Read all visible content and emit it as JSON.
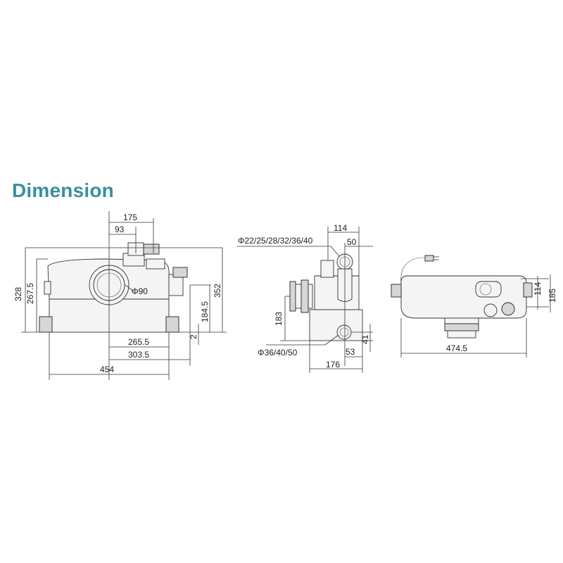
{
  "title": "Dimension",
  "front_view": {
    "dims": {
      "d175": "175",
      "d93": "93",
      "d328": "328",
      "d267_5": "267.5",
      "phi90": "Φ90",
      "d184_5": "184.5",
      "d352": "352",
      "d2": "2",
      "d265_5": "265.5",
      "d303_5": "303.5",
      "d454": "454"
    }
  },
  "side_view": {
    "dims": {
      "phi_top": "Φ22/25/28/32/36/40",
      "d114": "114",
      "d50": "50",
      "d183": "183",
      "phi_bottom": "Φ36/40/50",
      "d41": "41",
      "d53": "53",
      "d176": "176"
    }
  },
  "top_view": {
    "dims": {
      "d114": "114",
      "d185": "185",
      "d474_5": "474.5"
    }
  }
}
